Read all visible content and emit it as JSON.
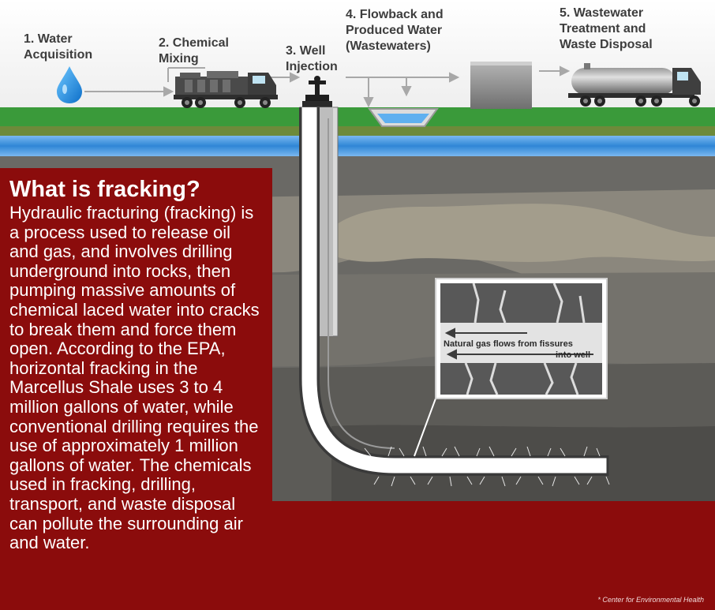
{
  "steps": [
    {
      "number": "1.",
      "text": "Water\nAcquisition"
    },
    {
      "number": "2.",
      "text": "Chemical\nMixing"
    },
    {
      "number": "3.",
      "text": "Well\nInjection"
    },
    {
      "number": "4.",
      "text": "Flowback and\nProduced Water\n(Wastewaters)"
    },
    {
      "number": "5.",
      "text": "Wastewater\nTreatment and\nWaste Disposal"
    }
  ],
  "callout": {
    "line1": "Natural gas flows from fissures",
    "line2": "into well"
  },
  "info": {
    "title": "What is fracking?",
    "body": "Hydraulic fracturing (fracking) is a process used to release oil and gas, and involves drilling underground into rocks, then pumping massive amounts of chemical laced water into cracks to break them and force them open. According to the EPA, horizontal fracking in the Marcellus Shale uses 3 to 4 million gallons of water, while conventional drilling requires the use of approximately 1 million gallons of water. The chemicals used in fracking, drilling, transport, and waste disposal can pollute the surrounding air and water.",
    "credit": "* Center for Environmental Health"
  },
  "colors": {
    "sky": "#f7f7f7",
    "grass": "#3a9a3a",
    "water": "#2f86d6",
    "rock_dark": "#5a5a5a",
    "rock_light": "#8d8a80",
    "panel_red": "#8b0c0c",
    "arrow_gray": "#a8a8a8"
  }
}
